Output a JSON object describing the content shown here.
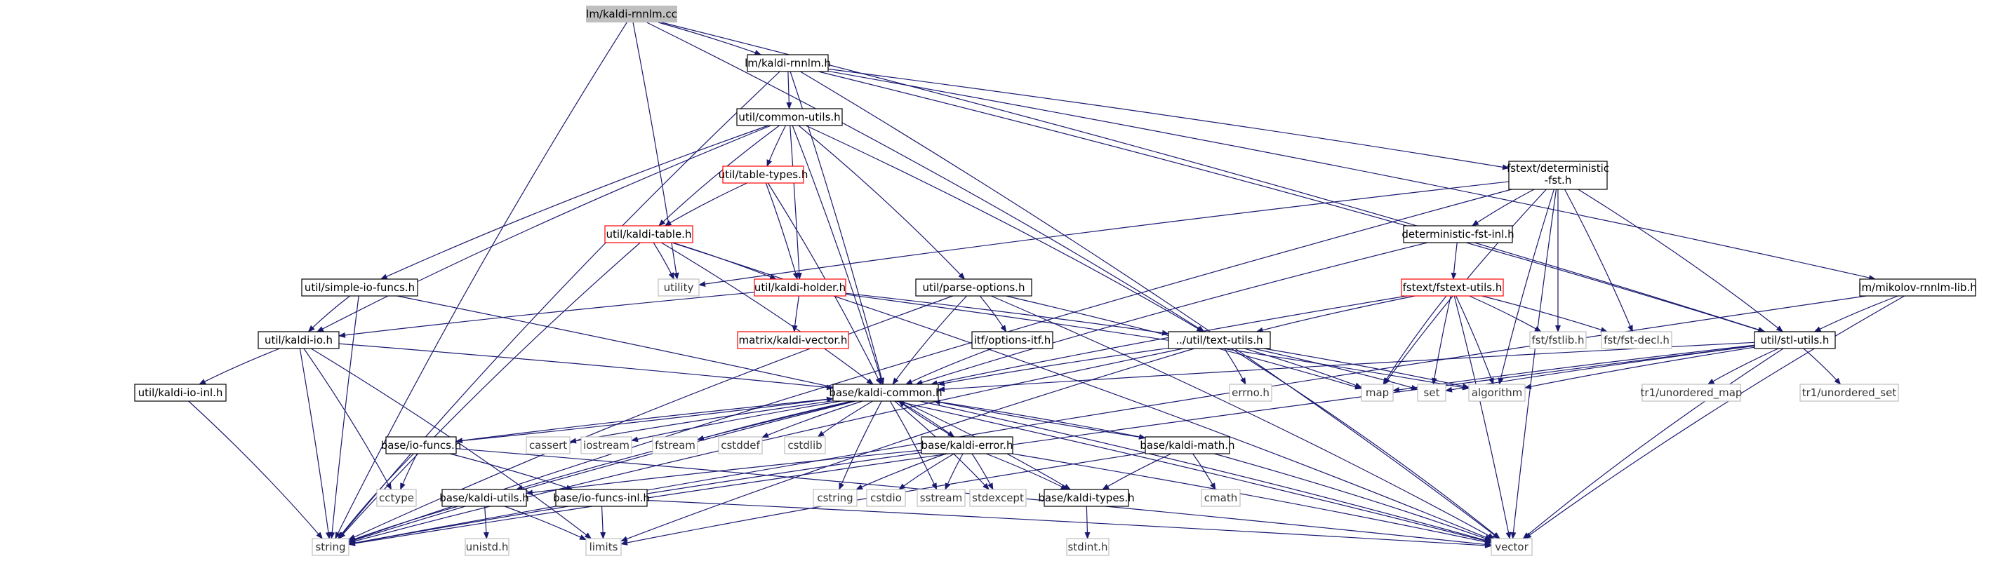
{
  "graph": {
    "colors": {
      "edge": "#191970",
      "node_border": "#000000",
      "truncated_border": "#ff0000",
      "external_border": "#bfbfbf",
      "current_fill": "#bfbfbf"
    },
    "nodes": {
      "kaldi_rnnlm_cc": "lm/kaldi-rnnlm.cc",
      "kaldi_rnnlm_h": "lm/kaldi-rnnlm.h",
      "common_utils": "util/common-utils.h",
      "table_types": "util/table-types.h",
      "kaldi_table": "util/kaldi-table.h",
      "kaldi_holder": "util/kaldi-holder.h",
      "parse_options": "util/parse-options.h",
      "simple_io_funcs": "util/simple-io-funcs.h",
      "kaldi_io_h": "util/kaldi-io.h",
      "kaldi_io_inl": "util/kaldi-io-inl.h",
      "matrix_kaldi_vector": "matrix/kaldi-vector.h",
      "itf_options": "itf/options-itf.h",
      "text_utils": "../util/text-utils.h",
      "kaldi_common": "base/kaldi-common.h",
      "io_funcs": "base/io-funcs.h",
      "kaldi_error": "base/kaldi-error.h",
      "kaldi_math": "base/kaldi-math.h",
      "kaldi_utils": "base/kaldi-utils.h",
      "io_funcs_inl": "base/io-funcs-inl.h",
      "kaldi_types": "base/kaldi-types.h",
      "det_fst_line1": "fstext/deterministic",
      "det_fst_line2": "-fst.h",
      "det_fst_inl": "deterministic-fst-inl.h",
      "fstext_utils": "fstext/fstext-utils.h",
      "stl_utils": "util/stl-utils.h",
      "mikolov": "lm/mikolov-rnnlm-lib.h",
      "fstlib": "fst/fstlib.h",
      "fst_decl": "fst/fst-decl.h",
      "utility": "utility",
      "map": "map",
      "set": "set",
      "algorithm": "algorithm",
      "errno": "errno.h",
      "unordered_map": "tr1/unordered_map",
      "unordered_set": "tr1/unordered_set",
      "cassert": "cassert",
      "iostream": "iostream",
      "fstream": "fstream",
      "cstddef": "cstddef",
      "cstdlib": "cstdlib",
      "cctype": "cctype",
      "cstring": "cstring",
      "cstdio": "cstdio",
      "sstream": "sstream",
      "stdexcept": "stdexcept",
      "cmath": "cmath",
      "string": "string",
      "unistd": "unistd.h",
      "limits": "limits",
      "vector": "vector",
      "stdint": "stdint.h"
    }
  }
}
